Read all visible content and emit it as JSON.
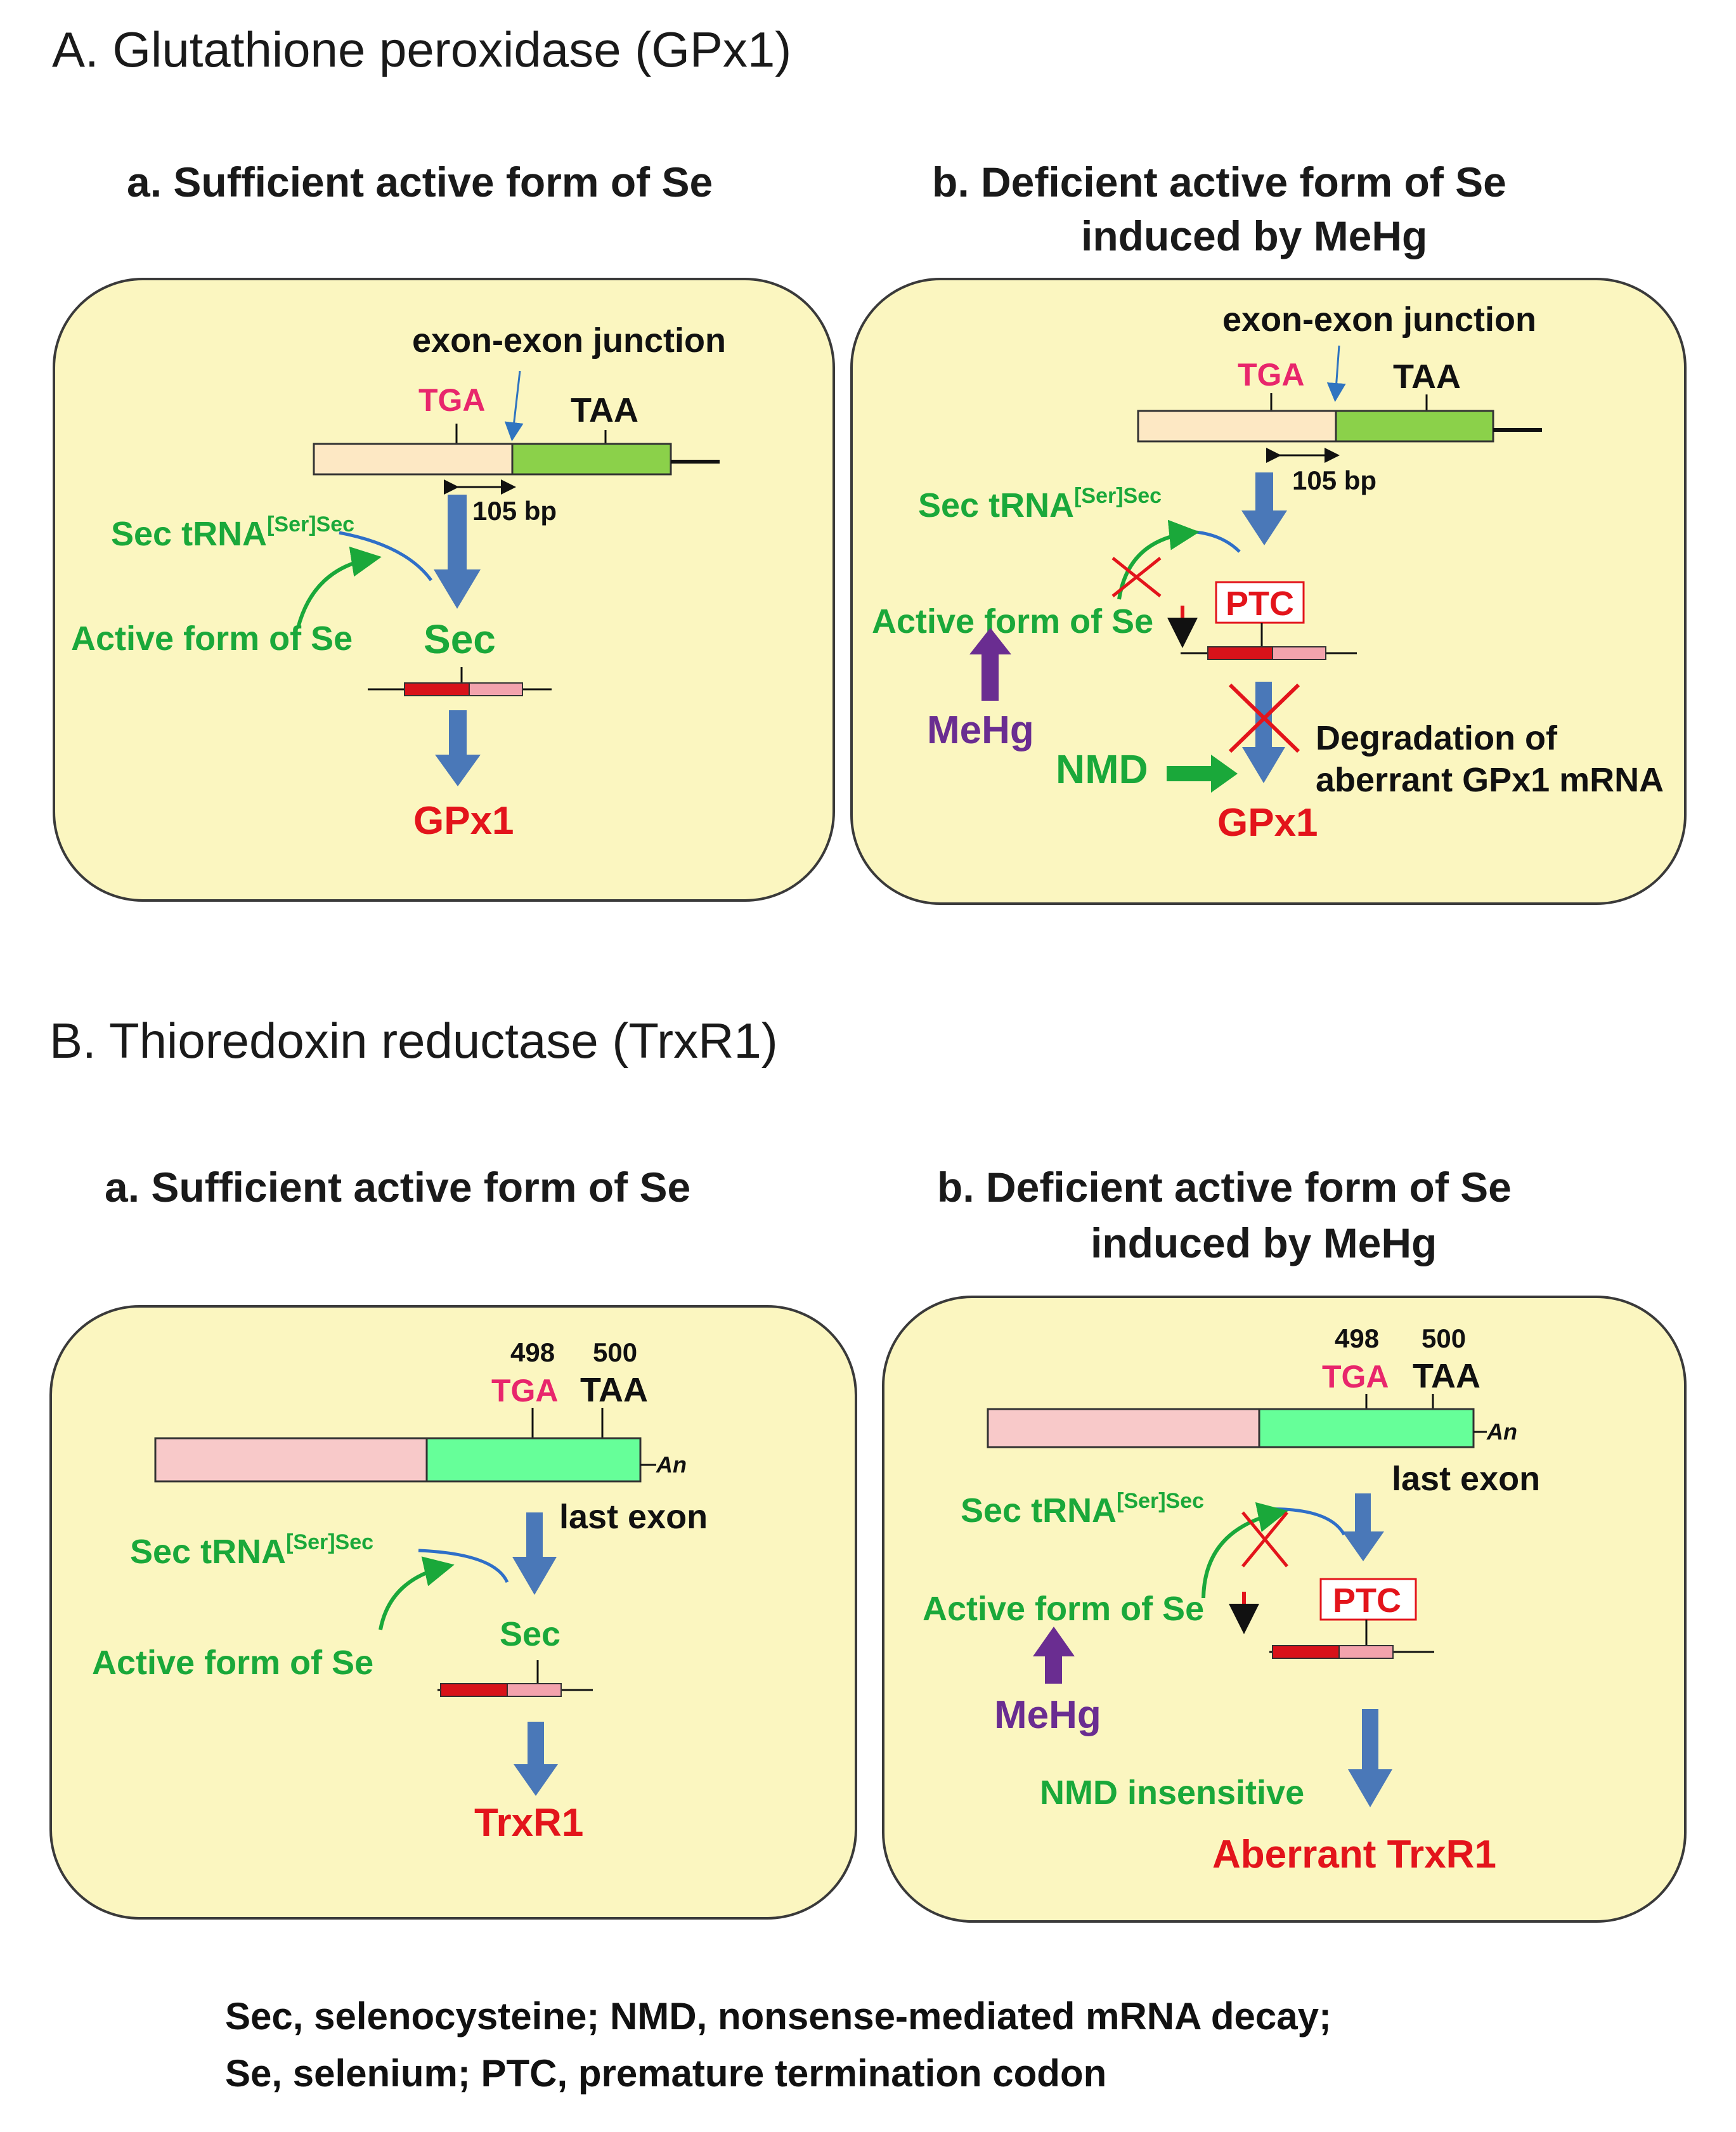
{
  "colors": {
    "panel_fill": "#fbf6c0",
    "green_label": "#1aa83a",
    "red_label": "#e3141b",
    "pink_codon": "#e8266c",
    "purple": "#6a2d91",
    "blue_arrow": "#4a78b8"
  },
  "sectionA": {
    "title": "A. Glutathione peroxidase (GPx1)",
    "a": {
      "title": "a. Sufficient active form of Se",
      "junction": "exon-exon junction",
      "tga": "TGA",
      "taa": "TAA",
      "bp": "105 bp",
      "sec_trna": "Sec tRNA",
      "sec_trna_sup": "[Ser]Sec",
      "active_se": "Active form of Se",
      "sec": "Sec",
      "product": "GPx1"
    },
    "b": {
      "title_line1": "b. Deficient active form of Se",
      "title_line2": "induced by MeHg",
      "junction": "exon-exon junction",
      "tga": "TGA",
      "taa": "TAA",
      "bp": "105 bp",
      "sec_trna": "Sec tRNA",
      "sec_trna_sup": "[Ser]Sec",
      "active_se": "Active form of Se",
      "ptc": "PTC",
      "mehg": "MeHg",
      "nmd": "NMD",
      "degradation_line1": "Degradation of",
      "degradation_line2": "aberrant GPx1 mRNA",
      "product": "GPx1"
    }
  },
  "sectionB": {
    "title": "B. Thioredoxin reductase (TrxR1)",
    "a": {
      "title": "a. Sufficient active form of Se",
      "pos498": "498",
      "pos500": "500",
      "tga": "TGA",
      "taa": "TAA",
      "polyA": "An",
      "last_exon": "last exon",
      "sec_trna": "Sec tRNA",
      "sec_trna_sup": "[Ser]Sec",
      "active_se": "Active form of Se",
      "sec": "Sec",
      "product": "TrxR1"
    },
    "b": {
      "title_line1": "b. Deficient active form of Se",
      "title_line2": "induced by MeHg",
      "pos498": "498",
      "pos500": "500",
      "tga": "TGA",
      "taa": "TAA",
      "polyA": "An",
      "last_exon": "last exon",
      "sec_trna": "Sec tRNA",
      "sec_trna_sup": "[Ser]Sec",
      "active_se": "Active form of Se",
      "ptc": "PTC",
      "mehg": "MeHg",
      "nmd_insensitive": "NMD insensitive",
      "product": "Aberrant TrxR1"
    }
  },
  "footer": {
    "line1": "Sec, selenocysteine; NMD, nonsense-mediated mRNA decay;",
    "line2": "Se, selenium; PTC, premature termination codon"
  }
}
